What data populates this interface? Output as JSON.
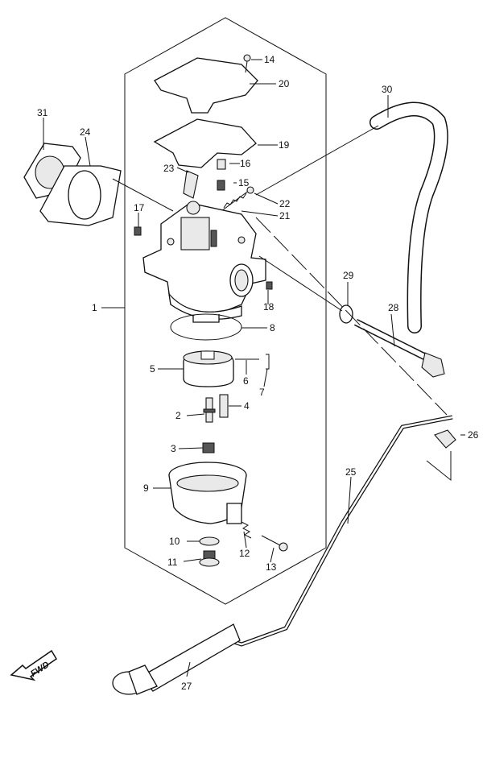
{
  "badge": {
    "text": "FWD"
  },
  "callouts": [
    {
      "id": "c1",
      "text": "1"
    },
    {
      "id": "c2",
      "text": "2"
    },
    {
      "id": "c3",
      "text": "3"
    },
    {
      "id": "c4",
      "text": "4"
    },
    {
      "id": "c5",
      "text": "5"
    },
    {
      "id": "c6",
      "text": "6"
    },
    {
      "id": "c7",
      "text": "7"
    },
    {
      "id": "c8",
      "text": "8"
    },
    {
      "id": "c9",
      "text": "9"
    },
    {
      "id": "c10",
      "text": "10"
    },
    {
      "id": "c11",
      "text": "11"
    },
    {
      "id": "c12",
      "text": "12"
    },
    {
      "id": "c13",
      "text": "13"
    },
    {
      "id": "c14",
      "text": "14"
    },
    {
      "id": "c15",
      "text": "15"
    },
    {
      "id": "c16",
      "text": "16"
    },
    {
      "id": "c17",
      "text": "17"
    },
    {
      "id": "c18",
      "text": "18"
    },
    {
      "id": "c19",
      "text": "19"
    },
    {
      "id": "c20",
      "text": "20"
    },
    {
      "id": "c21",
      "text": "21"
    },
    {
      "id": "c22",
      "text": "22"
    },
    {
      "id": "c23",
      "text": "23"
    },
    {
      "id": "c24",
      "text": "24"
    },
    {
      "id": "c25",
      "text": "25"
    },
    {
      "id": "c26",
      "text": "26"
    },
    {
      "id": "c27",
      "text": "27"
    },
    {
      "id": "c28",
      "text": "28"
    },
    {
      "id": "c29",
      "text": "29"
    },
    {
      "id": "c30",
      "text": "30"
    },
    {
      "id": "c31",
      "text": "31"
    }
  ]
}
